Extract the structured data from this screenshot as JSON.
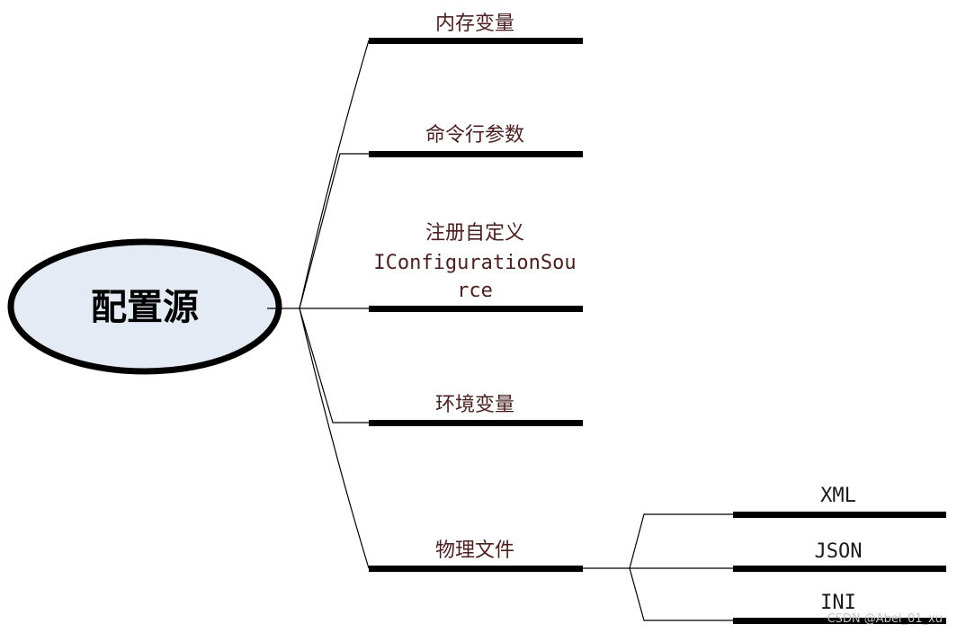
{
  "root": {
    "label": "配置源",
    "fill_color": "#e5ebf5",
    "stroke_color": "#000000"
  },
  "branches": [
    {
      "label": "内存变量"
    },
    {
      "label": "命令行参数"
    },
    {
      "label_lines": [
        "注册自定义",
        "IConfigurationSou",
        "rce"
      ]
    },
    {
      "label": "环境变量"
    },
    {
      "label": "物理文件",
      "children": [
        {
          "label": "XML"
        },
        {
          "label": "JSON"
        },
        {
          "label": "INI"
        }
      ]
    }
  ],
  "watermark": "CSDN @Abel_01_xu"
}
